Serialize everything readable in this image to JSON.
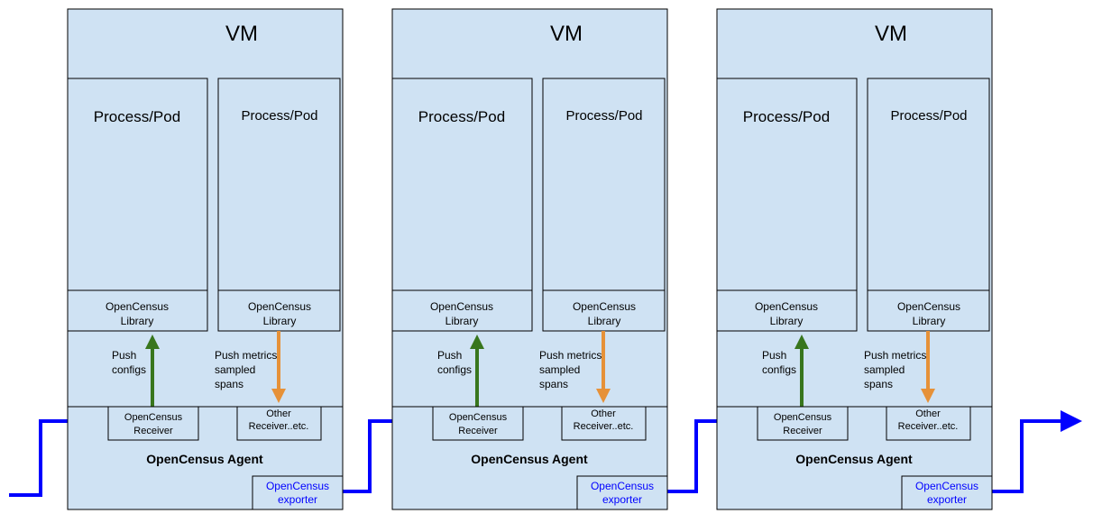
{
  "vms": [
    {
      "title": "VM",
      "processes": [
        {
          "title": "Process/Pod",
          "library": [
            "OpenCensus",
            "Library"
          ]
        },
        {
          "title": "Process/Pod",
          "library": [
            "OpenCensus",
            "Library"
          ]
        }
      ],
      "push_configs": [
        "Push",
        "configs"
      ],
      "push_metrics": [
        "Push metrics,",
        "sampled",
        "spans"
      ],
      "receiver": [
        "OpenCensus",
        "Receiver"
      ],
      "other_receiver": [
        "Other",
        "Receiver..etc."
      ],
      "agent": "OpenCensus Agent",
      "exporter": [
        "OpenCensus",
        "exporter"
      ]
    },
    {
      "title": "VM",
      "processes": [
        {
          "title": "Process/Pod",
          "library": [
            "OpenCensus",
            "Library"
          ]
        },
        {
          "title": "Process/Pod",
          "library": [
            "OpenCensus",
            "Library"
          ]
        }
      ],
      "push_configs": [
        "Push",
        "configs"
      ],
      "push_metrics": [
        "Push metrics,",
        "sampled",
        "spans"
      ],
      "receiver": [
        "OpenCensus",
        "Receiver"
      ],
      "other_receiver": [
        "Other",
        "Receiver..etc."
      ],
      "agent": "OpenCensus Agent",
      "exporter": [
        "OpenCensus",
        "exporter"
      ]
    },
    {
      "title": "VM",
      "processes": [
        {
          "title": "Process/Pod",
          "library": [
            "OpenCensus",
            "Library"
          ]
        },
        {
          "title": "Process/Pod",
          "library": [
            "OpenCensus",
            "Library"
          ]
        }
      ],
      "push_configs": [
        "Push",
        "configs"
      ],
      "push_metrics": [
        "Push metrics,",
        "sampled",
        "spans"
      ],
      "receiver": [
        "OpenCensus",
        "Receiver"
      ],
      "other_receiver": [
        "Other",
        "Receiver..etc."
      ],
      "agent": "OpenCensus Agent",
      "exporter": [
        "OpenCensus",
        "exporter"
      ]
    }
  ],
  "colors": {
    "vm_fill": "#cfe2f3",
    "border": "#000000",
    "flow": "#0000ff",
    "config_arrow": "#38761d",
    "metrics_arrow": "#e69138",
    "exporter_text": "#0000ff"
  }
}
